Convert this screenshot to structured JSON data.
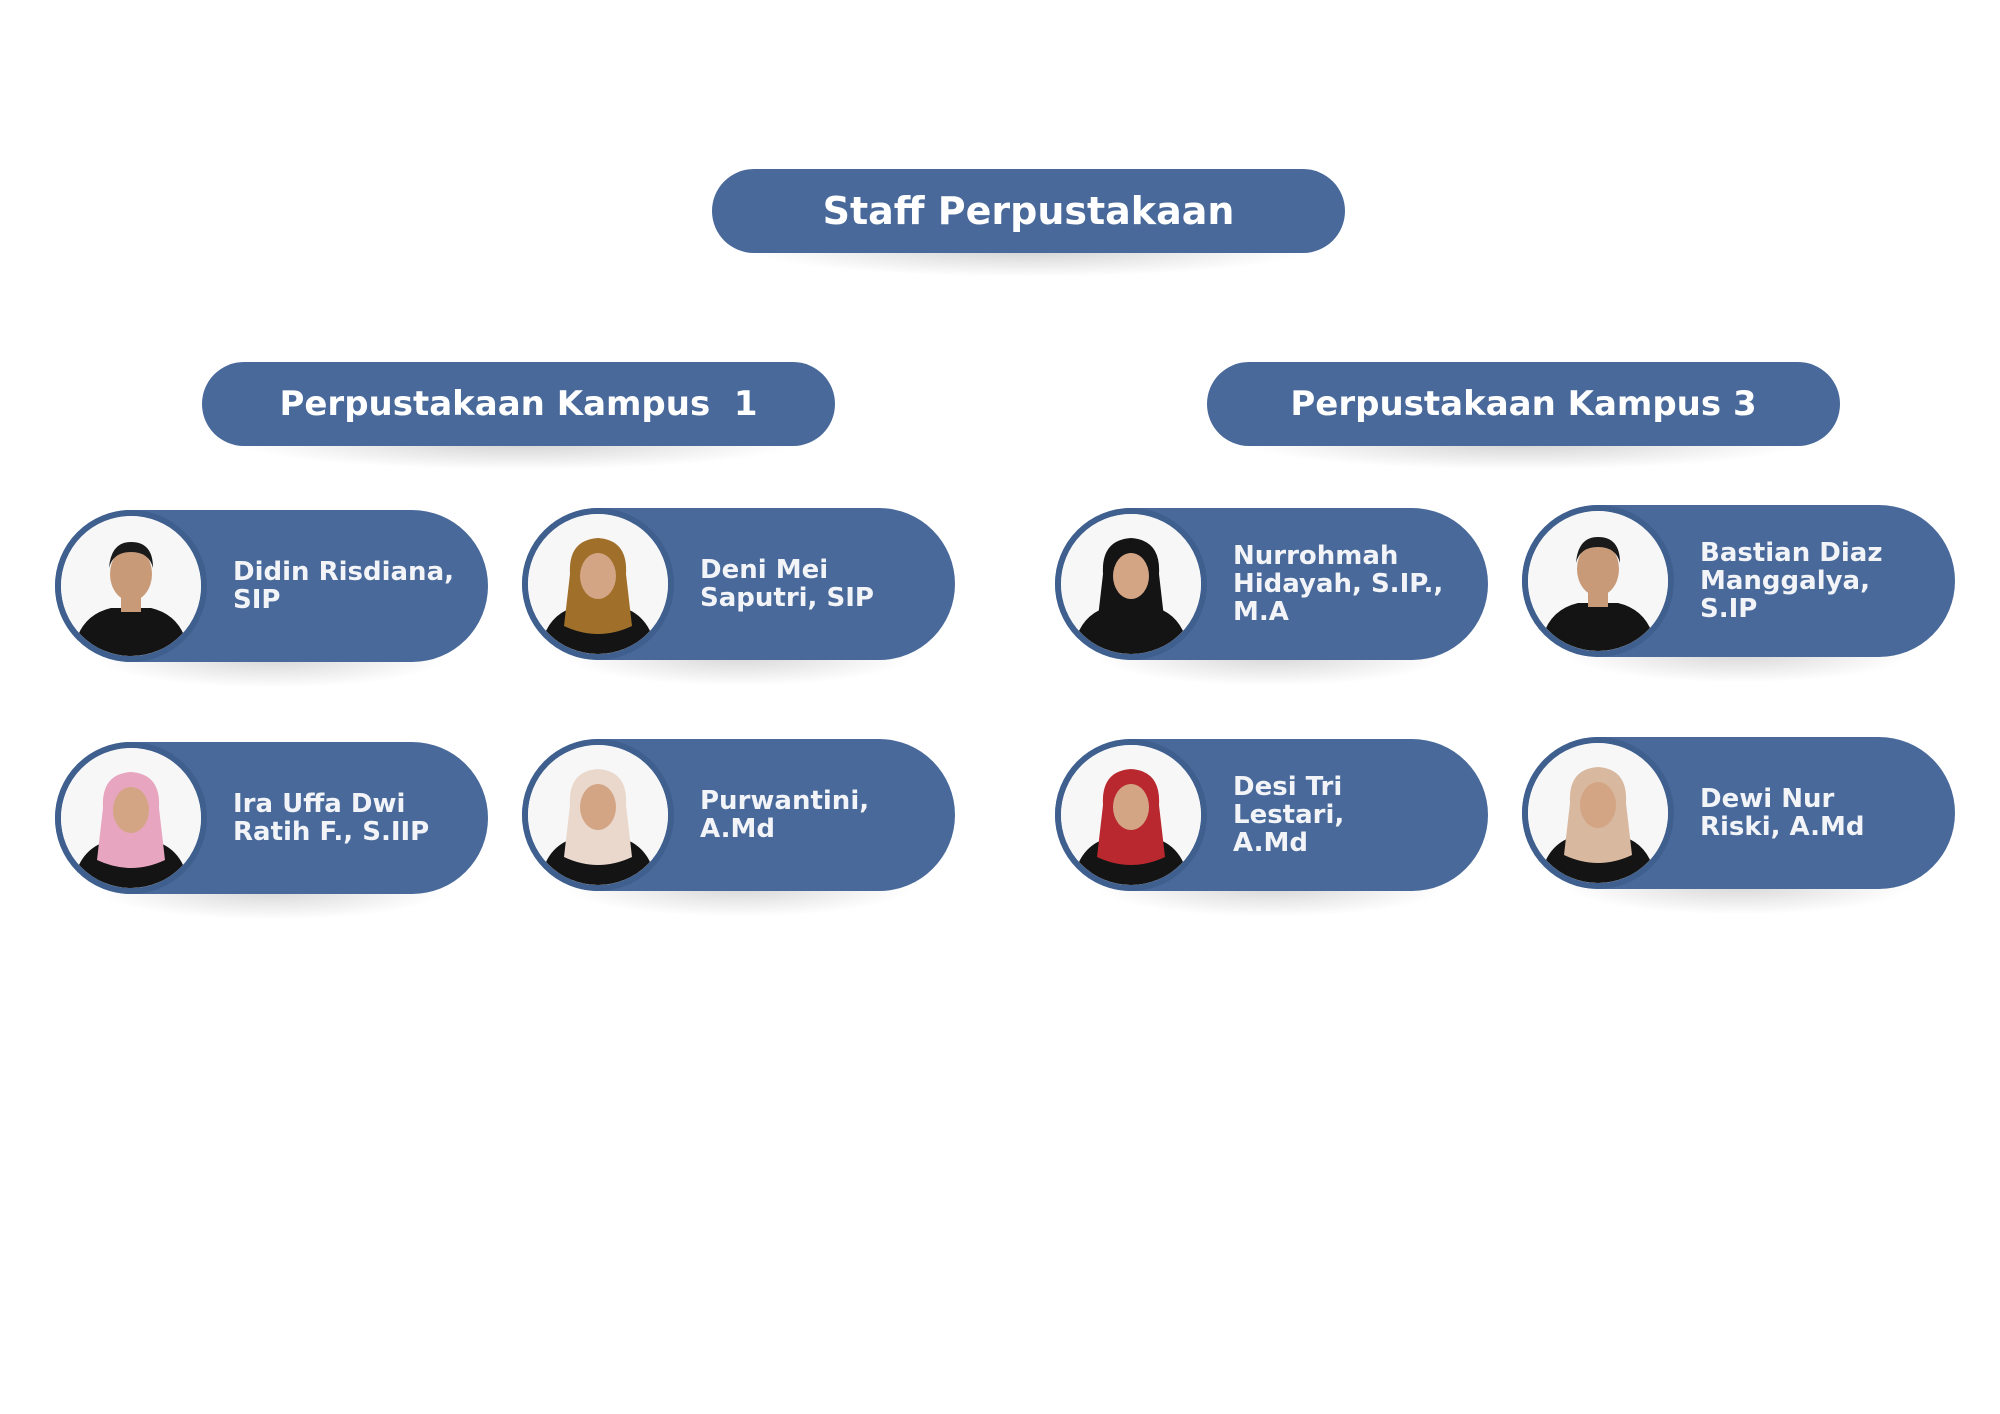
{
  "title": "Staff Perpustakaan",
  "colors": {
    "pill": "#48699a",
    "photo_border": "#3f5f8f",
    "text": "#ffffff"
  },
  "groups": [
    {
      "label": "Perpustakaan Kampus  1",
      "members": [
        {
          "lines": [
            "Didin Risdiana,",
            "SIP"
          ],
          "scarf": "none"
        },
        {
          "lines": [
            "Deni Mei",
            "Saputri, SIP"
          ],
          "scarf": "#a0702a"
        },
        {
          "lines": [
            "Ira Uffa Dwi",
            "Ratih F., S.IIP"
          ],
          "scarf": "#e8a5c0"
        },
        {
          "lines": [
            "Purwantini,",
            "A.Md"
          ],
          "scarf": "#ead8cc"
        }
      ]
    },
    {
      "label": "Perpustakaan Kampus 3",
      "members": [
        {
          "lines": [
            "Nurrohmah",
            "Hidayah, S.IP.,",
            "M.A"
          ],
          "scarf": "#141414"
        },
        {
          "lines": [
            "Bastian Diaz",
            "Manggalya,",
            "S.IP"
          ],
          "scarf": "none"
        },
        {
          "lines": [
            "Desi Tri Lestari,",
            "A.Md"
          ],
          "scarf": "#b8282e"
        },
        {
          "lines": [
            "Dewi Nur",
            "Riski, A.Md"
          ],
          "scarf": "#d9b8a0"
        }
      ]
    }
  ]
}
